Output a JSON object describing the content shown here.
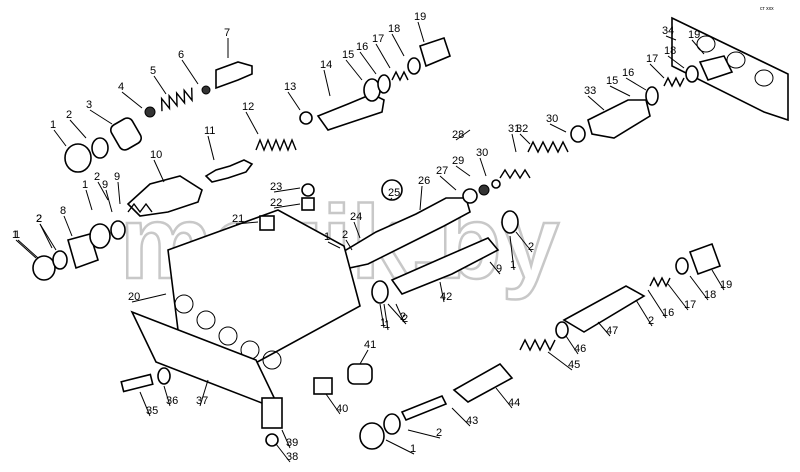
{
  "watermark": "mazik.by",
  "corner_mark": "ст ххх",
  "callouts": [
    "1",
    "2",
    "3",
    "4",
    "5",
    "6",
    "7",
    "1",
    "2",
    "9",
    "10",
    "11",
    "12",
    "13",
    "14",
    "15",
    "16",
    "17",
    "18",
    "19",
    "1",
    "2",
    "8",
    "1",
    "2",
    "9",
    "20",
    "21",
    "22",
    "23",
    "24",
    "1",
    "2",
    "25",
    "26",
    "27",
    "28",
    "29",
    "30",
    "31",
    "32",
    "30",
    "33",
    "15",
    "16",
    "17",
    "18",
    "19",
    "34",
    "1",
    "2",
    "9",
    "1",
    "2",
    "42",
    "1",
    "2",
    "19",
    "18",
    "17",
    "16",
    "2",
    "47",
    "46",
    "45",
    "44",
    "43",
    "1",
    "2",
    "35",
    "36",
    "37",
    "39",
    "38",
    "40",
    "41"
  ]
}
